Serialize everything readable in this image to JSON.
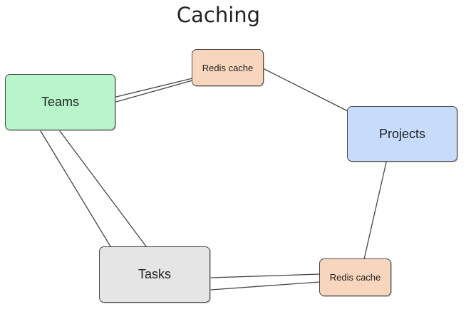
{
  "title": "Caching",
  "nodes": {
    "teams": {
      "label": "Teams",
      "color": "#b9f5cb"
    },
    "projects": {
      "label": "Projects",
      "color": "#c7dbfb"
    },
    "tasks": {
      "label": "Tasks",
      "color": "#e5e5e5"
    },
    "cache_top": {
      "label": "Redis cache",
      "color": "#f8d6bd"
    },
    "cache_bottom": {
      "label": "Redis cache",
      "color": "#f8d6bd"
    }
  },
  "edges": [
    {
      "from": "teams",
      "to": "cache_top"
    },
    {
      "from": "cache_top",
      "to": "projects"
    },
    {
      "from": "projects",
      "to": "cache_bottom"
    },
    {
      "from": "cache_bottom",
      "to": "tasks"
    },
    {
      "from": "tasks",
      "to": "teams"
    }
  ]
}
